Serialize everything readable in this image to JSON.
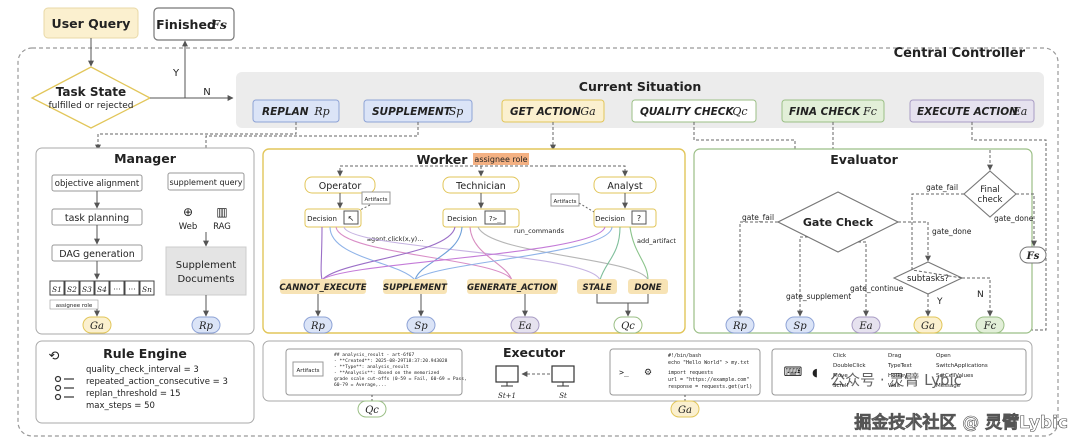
{
  "top": {
    "user_query": "User Query",
    "finished_label": "Finished",
    "finished_sym": "Fs",
    "central_controller": "Central Controller",
    "task_state_title": "Task State",
    "task_state_sub": "fulfilled or rejected",
    "yes": "Y",
    "no": "N"
  },
  "current_situation": {
    "title": "Current Situation",
    "items": [
      {
        "label": "REPLAN",
        "sym": "Rp"
      },
      {
        "label": "SUPPLEMENT",
        "sym": "Sp"
      },
      {
        "label": "GET ACTION",
        "sym": "Ga"
      },
      {
        "label": "QUALITY CHECK",
        "sym": "Qc"
      },
      {
        "label": "FINA CHECK",
        "sym": "Fc"
      },
      {
        "label": "EXECUTE ACTION",
        "sym": "Ea"
      }
    ]
  },
  "manager": {
    "title": "Manager",
    "steps": [
      "objective alignment",
      "task planning",
      "DAG generation"
    ],
    "subtasks": [
      "S1",
      "S2",
      "S3",
      "S4",
      "···",
      "···",
      "Sn"
    ],
    "assignee_note": "assignee role",
    "supplement_query": "supplement query",
    "web": "Web",
    "rag": "RAG",
    "docs_line1": "Supplement",
    "docs_line2": "Documents",
    "out_left": "Ga",
    "out_right": "Rp"
  },
  "worker": {
    "title": "Worker",
    "assignee_tag": "assignee role",
    "roles": [
      "Operator",
      "Technician",
      "Analyst"
    ],
    "decision": "Decision",
    "artifacts": "Artifacts",
    "notes": [
      "agent.click(x,y)...",
      "run_commands",
      "add_artifact"
    ],
    "outcomes": [
      "CANNOT_EXECUTE",
      "SUPPLEMENT",
      "GENERATE_ACTION",
      "STALE",
      "DONE"
    ],
    "out_syms": [
      "Rp",
      "Sp",
      "Ea",
      "Qc"
    ]
  },
  "evaluator": {
    "title": "Evaluator",
    "gate_check": "Gate Check",
    "final_check_1": "Final",
    "final_check_2": "check",
    "subtasks_q": "subtasks?",
    "labels": {
      "gate_fail_top": "gate_fail",
      "gate_fail_left": "gate_fail",
      "gate_done_top": "gate_done",
      "gate_done_mid": "gate_done",
      "gate_supplement": "gate_supplement",
      "gate_continue": "gate_continue",
      "yes": "Y",
      "no": "N"
    },
    "out_syms": [
      "Rp",
      "Sp",
      "Ea",
      "Ga",
      "Fc"
    ],
    "fs": "Fs"
  },
  "rule_engine": {
    "title": "Rule Engine",
    "rules": [
      "quality_check_interval = 3",
      "repeated_action_consecutive = 3",
      "replan_threshold = 15",
      "max_steps = 50"
    ]
  },
  "executor": {
    "title": "Executor",
    "artifacts": "Artifacts",
    "report_lines": [
      "## analysis_result - art-6f67",
      "- **Created**: 2025-08-29T18:37:20.943028",
      "- **Type**: analysis_result",
      "- **Analysis**: Based on the memorized",
      "grade scale cut-offs (0-59 = Fail, 60-69 = Pass,",
      "60-79 = Average,..."
    ],
    "state_prev": "St+1",
    "state_cur": "St",
    "code_lines": [
      "#!/bin/bash",
      "echo \"Hello World\" > my.txt",
      "import requests",
      "url = \"https://example.com\"",
      "response = requests.get(url)"
    ],
    "actions_col1": [
      "Click",
      "DoubleClick",
      "Move",
      "Scroll"
    ],
    "actions_col2": [
      "Drag",
      "TypeText",
      "Hotkey",
      "Wait"
    ],
    "actions_col3": [
      "Open",
      "SwitchApplications",
      "SetCellValues",
      "Message"
    ],
    "out_left": "Qc",
    "out_right": "Ga"
  },
  "watermark": {
    "faint": "公众号 · 灵臂 Lybic",
    "text": "掘金技术社区 @ 灵臂Lybic"
  },
  "colors": {
    "cream": "#fbf0cf",
    "blue_box": "#dbe4f7",
    "green_box": "#e2efd8",
    "purple_box": "#e6e2ef",
    "gray_panel": "#ececec",
    "orange_outcome": "#f7e3b5",
    "worker_border": "#e2c65a",
    "green_border": "#9bbf86",
    "blue_border": "#8ea3d6"
  }
}
